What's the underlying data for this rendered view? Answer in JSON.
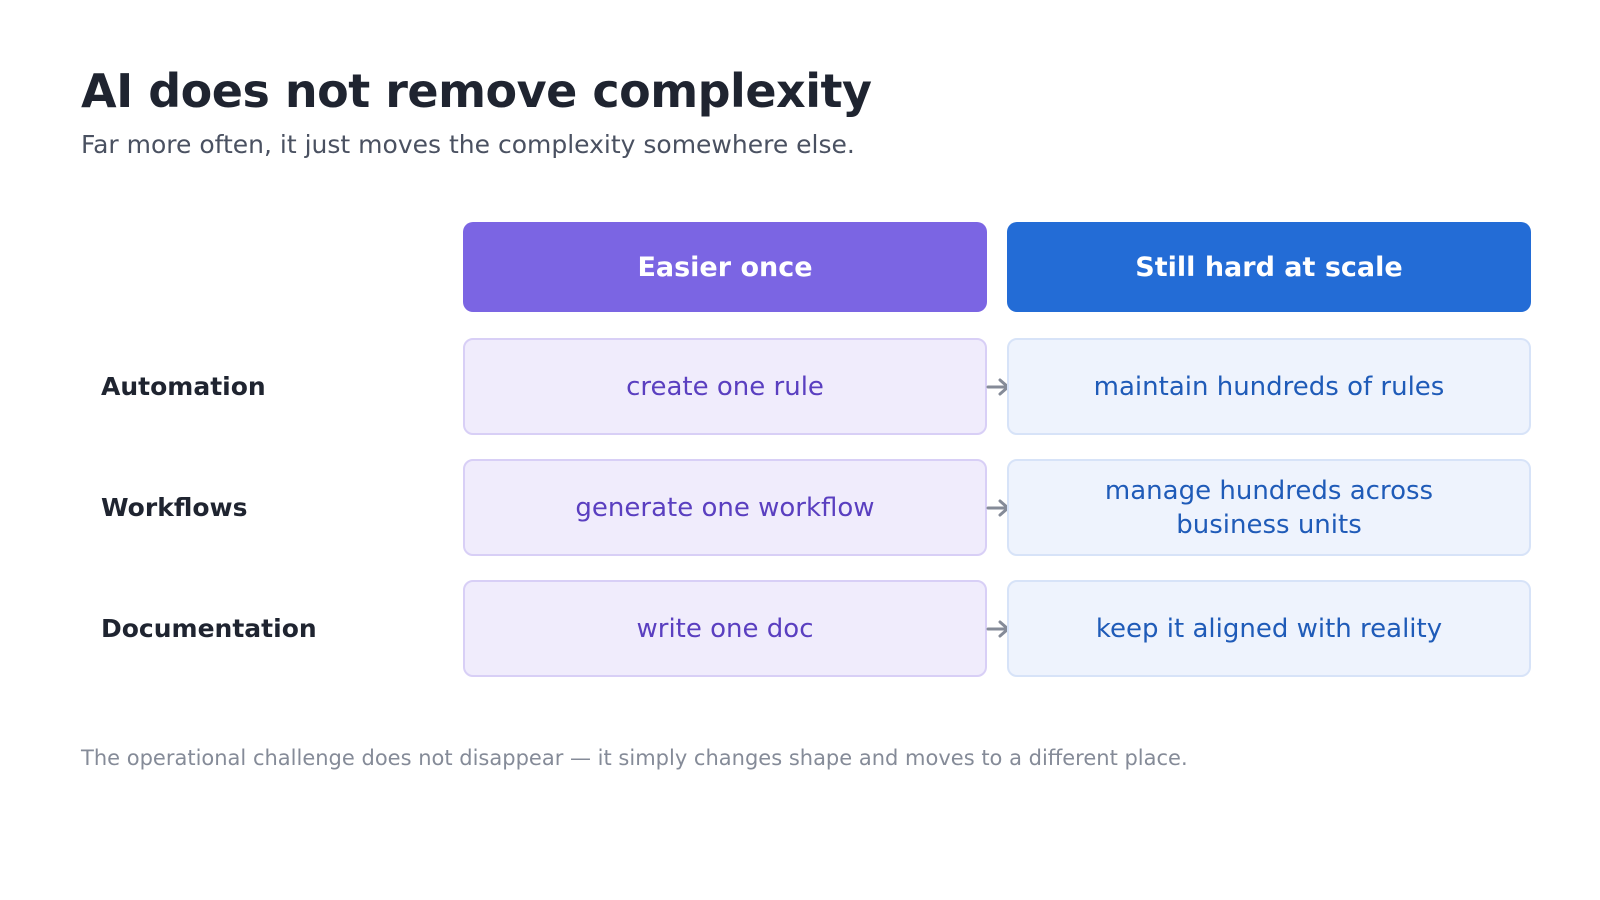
{
  "header": {
    "title": "AI does not remove complexity",
    "subtitle": "Far more often, it just moves the complexity somewhere else."
  },
  "columns": {
    "easier": "Easier once",
    "hard": "Still hard at scale"
  },
  "rows": [
    {
      "label": "Automation",
      "easier": "create one rule",
      "hard": "maintain hundreds of rules"
    },
    {
      "label": "Workflows",
      "easier": "generate one workflow",
      "hard": "manage hundreds across business units"
    },
    {
      "label": "Documentation",
      "easier": "write one doc",
      "hard": "keep it aligned with reality"
    }
  ],
  "footer": "The operational challenge does not disappear — it simply changes shape and moves to a different place.",
  "colors": {
    "easier_header": "#7b65e3",
    "hard_header": "#236cd6",
    "easier_cell_bg": "#f0ecfc",
    "hard_cell_bg": "#eef3fd",
    "arrow": "#858b98"
  }
}
